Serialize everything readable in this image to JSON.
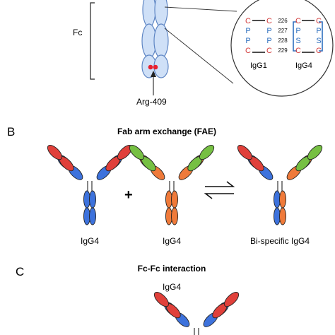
{
  "panelA": {
    "fc_label": "Fc",
    "arg_label": "Arg-409",
    "hinge": {
      "positions": [
        "226",
        "227",
        "228",
        "229"
      ],
      "igg1": {
        "label": "IgG1",
        "residues": [
          "C",
          "P",
          "P",
          "C"
        ]
      },
      "igg4": {
        "label": "IgG4",
        "residues": [
          "C",
          "P",
          "S",
          "C"
        ]
      }
    }
  },
  "panelB": {
    "letter": "B",
    "title": "Fab arm exchange (FAE)",
    "plus": "+",
    "labels": [
      "IgG4",
      "IgG4",
      "Bi-specific IgG4"
    ]
  },
  "panelC": {
    "letter": "C",
    "title": "Fc-Fc interaction",
    "label": "IgG4"
  },
  "colors": {
    "blue": "#3d72dc",
    "red": "#e0403a",
    "orange": "#ef7a3a",
    "green": "#76c043",
    "fc_pale": "#cfe0f7",
    "fc_stroke": "#5f86c4",
    "residue_c": "#d23a3a",
    "residue_p_s": "#2f6fbe",
    "dot": "#e8202e"
  }
}
